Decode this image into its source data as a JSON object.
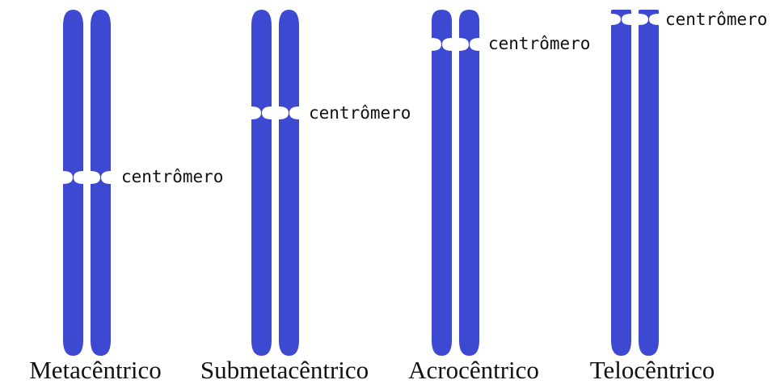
{
  "colors": {
    "chromosome": "#3d49d0",
    "background": "#ffffff",
    "text": "#111111"
  },
  "centromere_label": "centrômero",
  "chromosomes": [
    {
      "id": "metacentrico",
      "type_label": "Metacêntrico",
      "centromere_label": "centrômero"
    },
    {
      "id": "submetacentrico",
      "type_label": "Submetacêntrico",
      "centromere_label": "centrômero"
    },
    {
      "id": "acrocentrico",
      "type_label": "Acrocêntrico",
      "centromere_label": "centrômero"
    },
    {
      "id": "telocentrico",
      "type_label": "Telocêntrico",
      "centromere_label": "centrômero"
    }
  ]
}
